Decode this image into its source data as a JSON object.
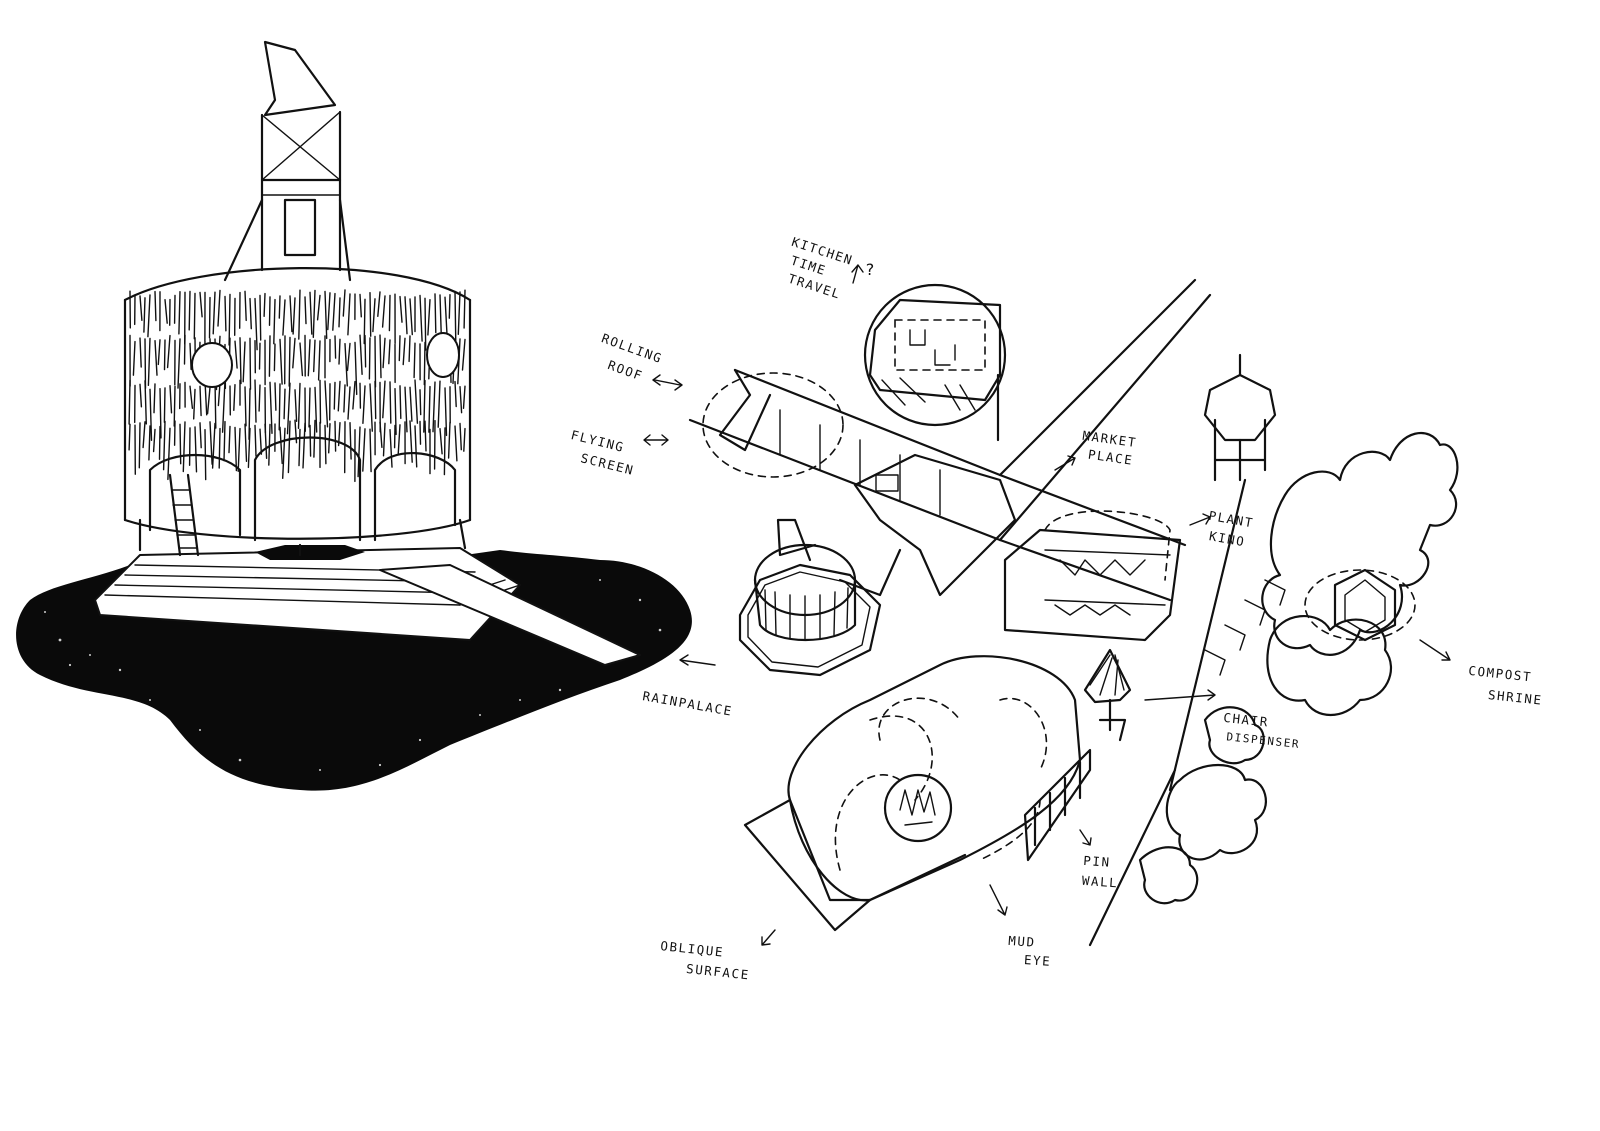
{
  "labels": {
    "kitchen_time_travel": {
      "line1": "KITCHEN",
      "line2": "TIME",
      "line3": "TRAVEL",
      "mark": "?"
    },
    "rolling_roof": {
      "line1": "ROLLING",
      "line2": "ROOF"
    },
    "flying_screen": {
      "line1": "FLYING",
      "line2": "SCREEN"
    },
    "market_place": {
      "line1": "MARKET",
      "line2": "PLACE"
    },
    "plant_kino": {
      "line1": "PLANT",
      "line2": "KINO"
    },
    "rainpalace": {
      "line1": "RAINPALACE"
    },
    "chair_dispenser": {
      "line1": "CHAIR",
      "line2": "DISPENSER"
    },
    "compost_shrine": {
      "line1": "COMPOST",
      "line2": "SHRINE"
    },
    "pin_wall": {
      "line1": "PIN",
      "line2": "WALL"
    },
    "mud_eye": {
      "line1": "MUD",
      "line2": "EYE"
    },
    "oblique_surface": {
      "line1": "OBLIQUE",
      "line2": "SURFACE"
    }
  },
  "colors": {
    "ink": "#111111",
    "paper": "#ffffff"
  }
}
